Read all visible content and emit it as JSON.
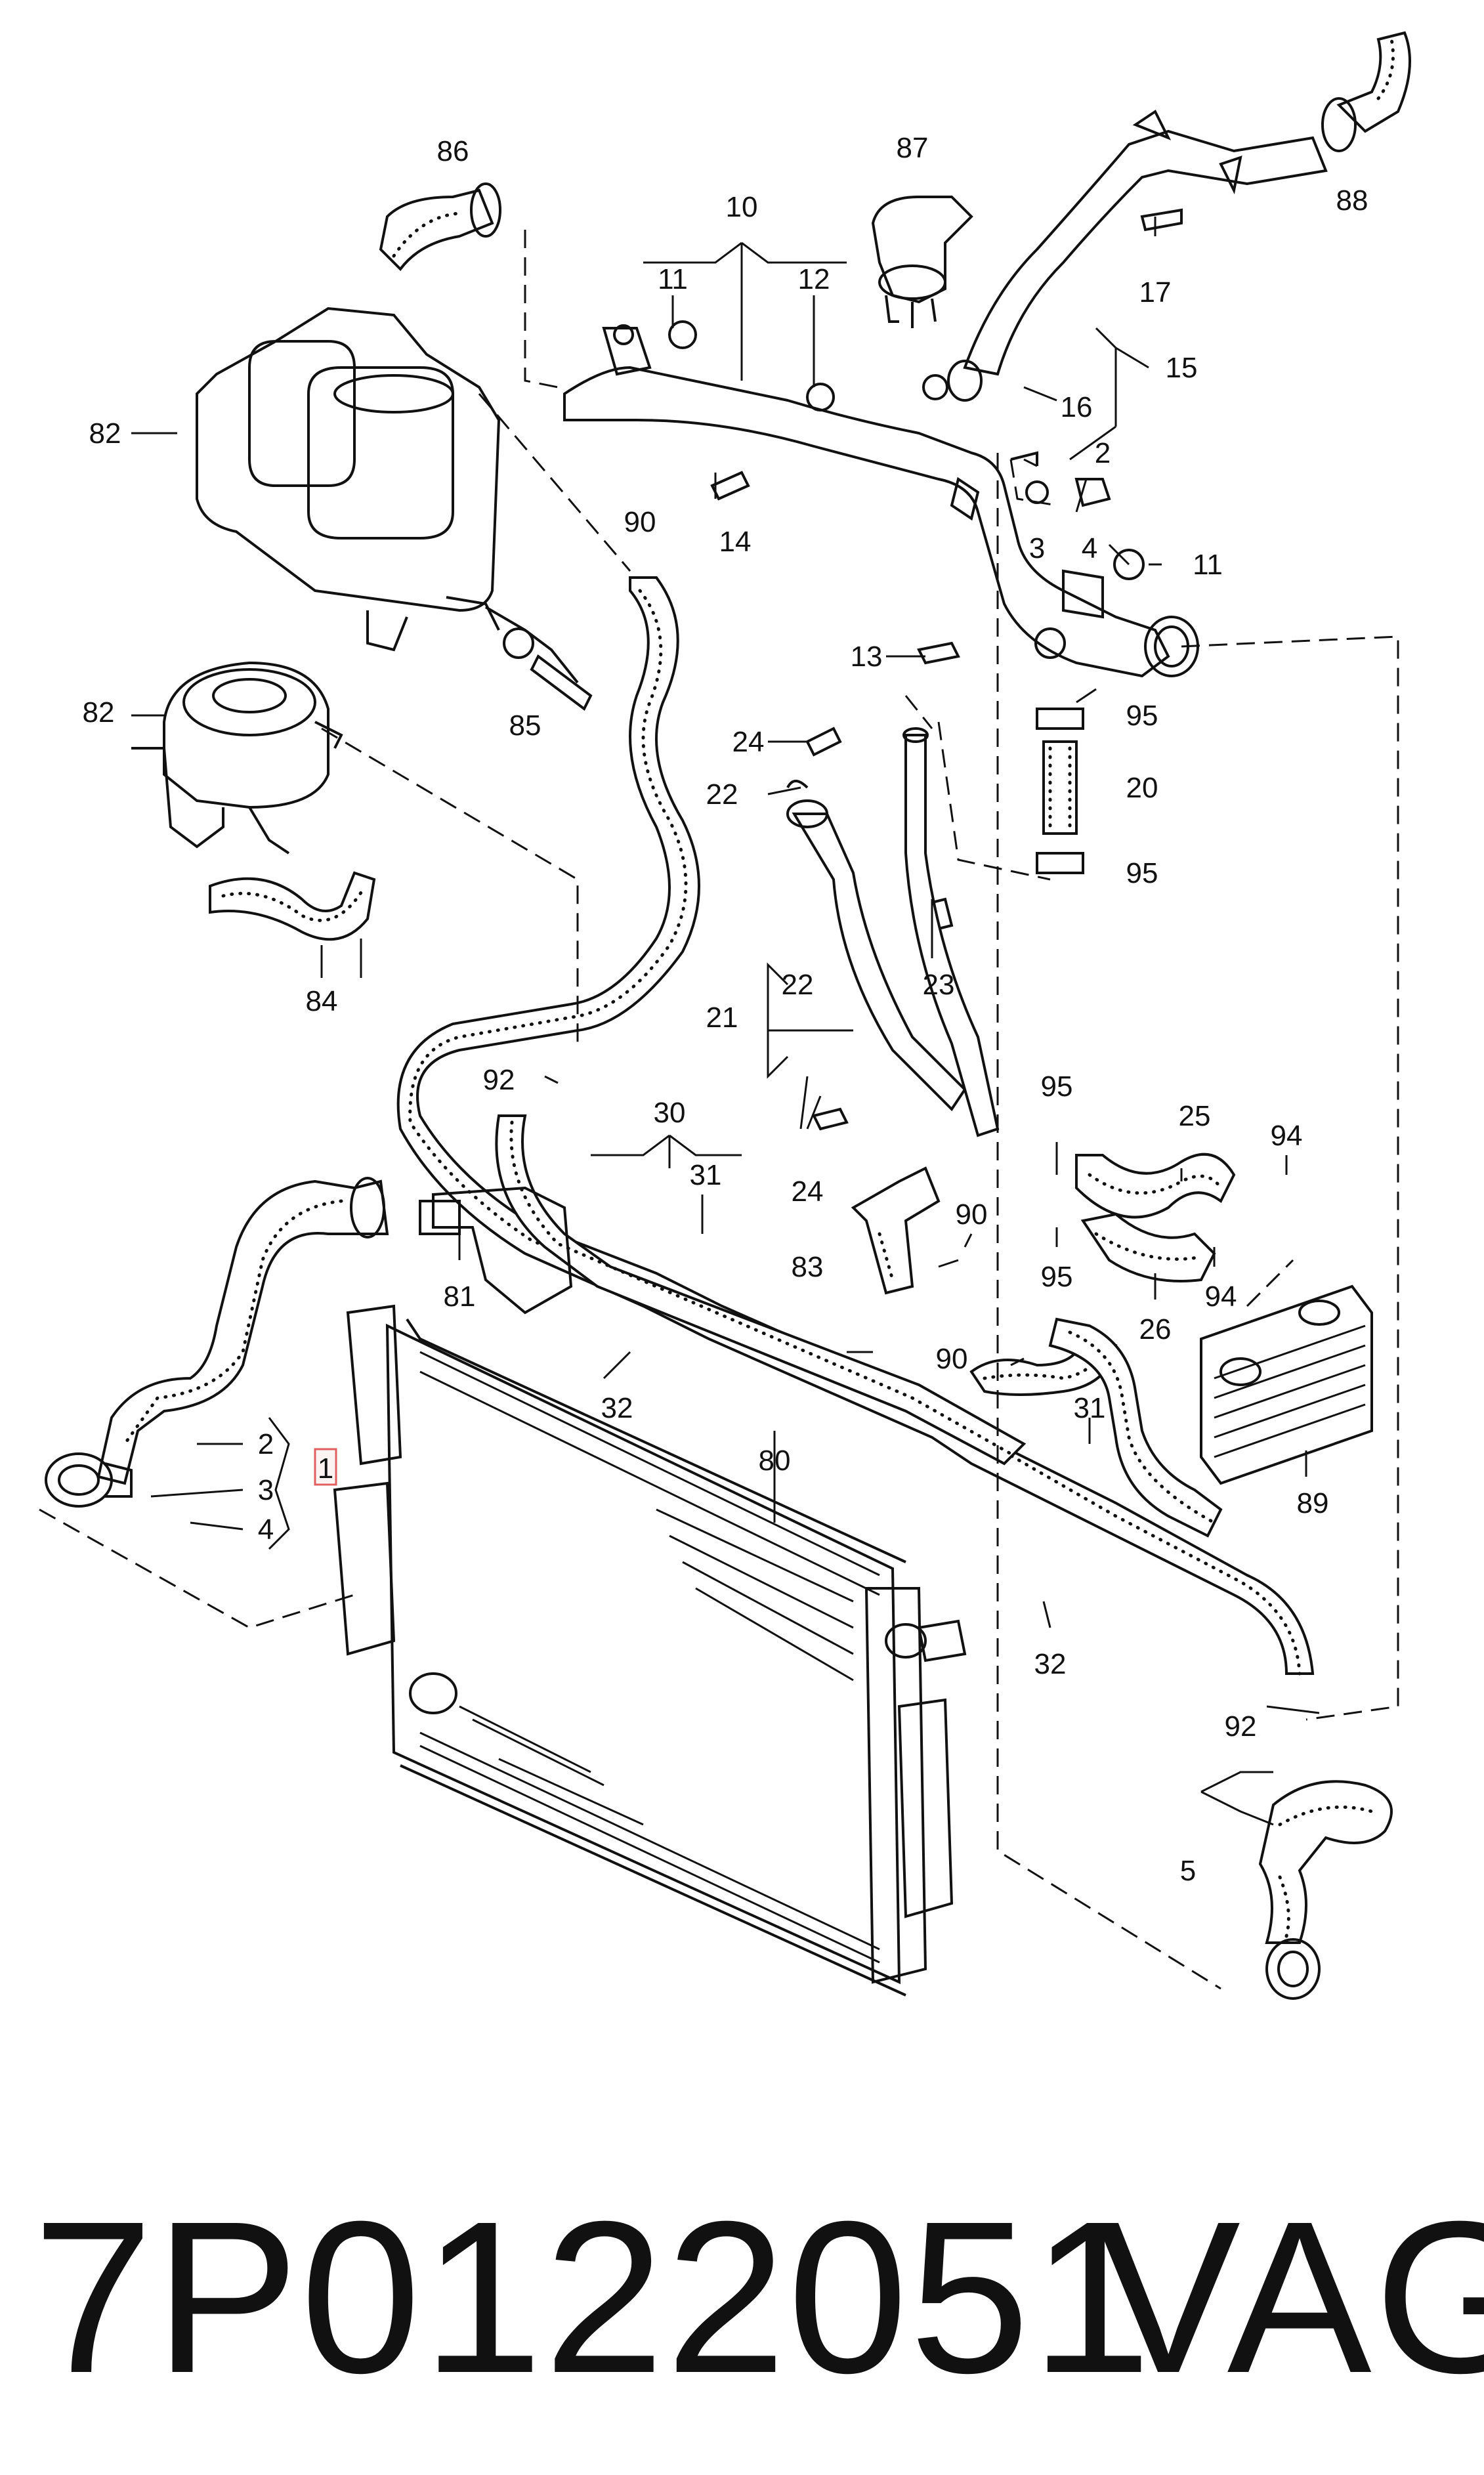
{
  "callouts": [
    "86",
    "87",
    "10",
    "88",
    "11",
    "12",
    "17",
    "15",
    "16",
    "2",
    "82",
    "14",
    "3",
    "4",
    "90",
    "11",
    "13",
    "85",
    "82",
    "24",
    "95",
    "22",
    "20",
    "95",
    "23",
    "21",
    "22",
    "84",
    "92",
    "30",
    "24",
    "95",
    "25",
    "94",
    "31",
    "90",
    "83",
    "81",
    "95",
    "26",
    "94",
    "80",
    "90",
    "32",
    "31",
    "89",
    "2",
    "1",
    "3",
    "4",
    "32",
    "92",
    "5"
  ],
  "footer": {
    "part_number": "7P0122051",
    "brand": "VAG"
  }
}
